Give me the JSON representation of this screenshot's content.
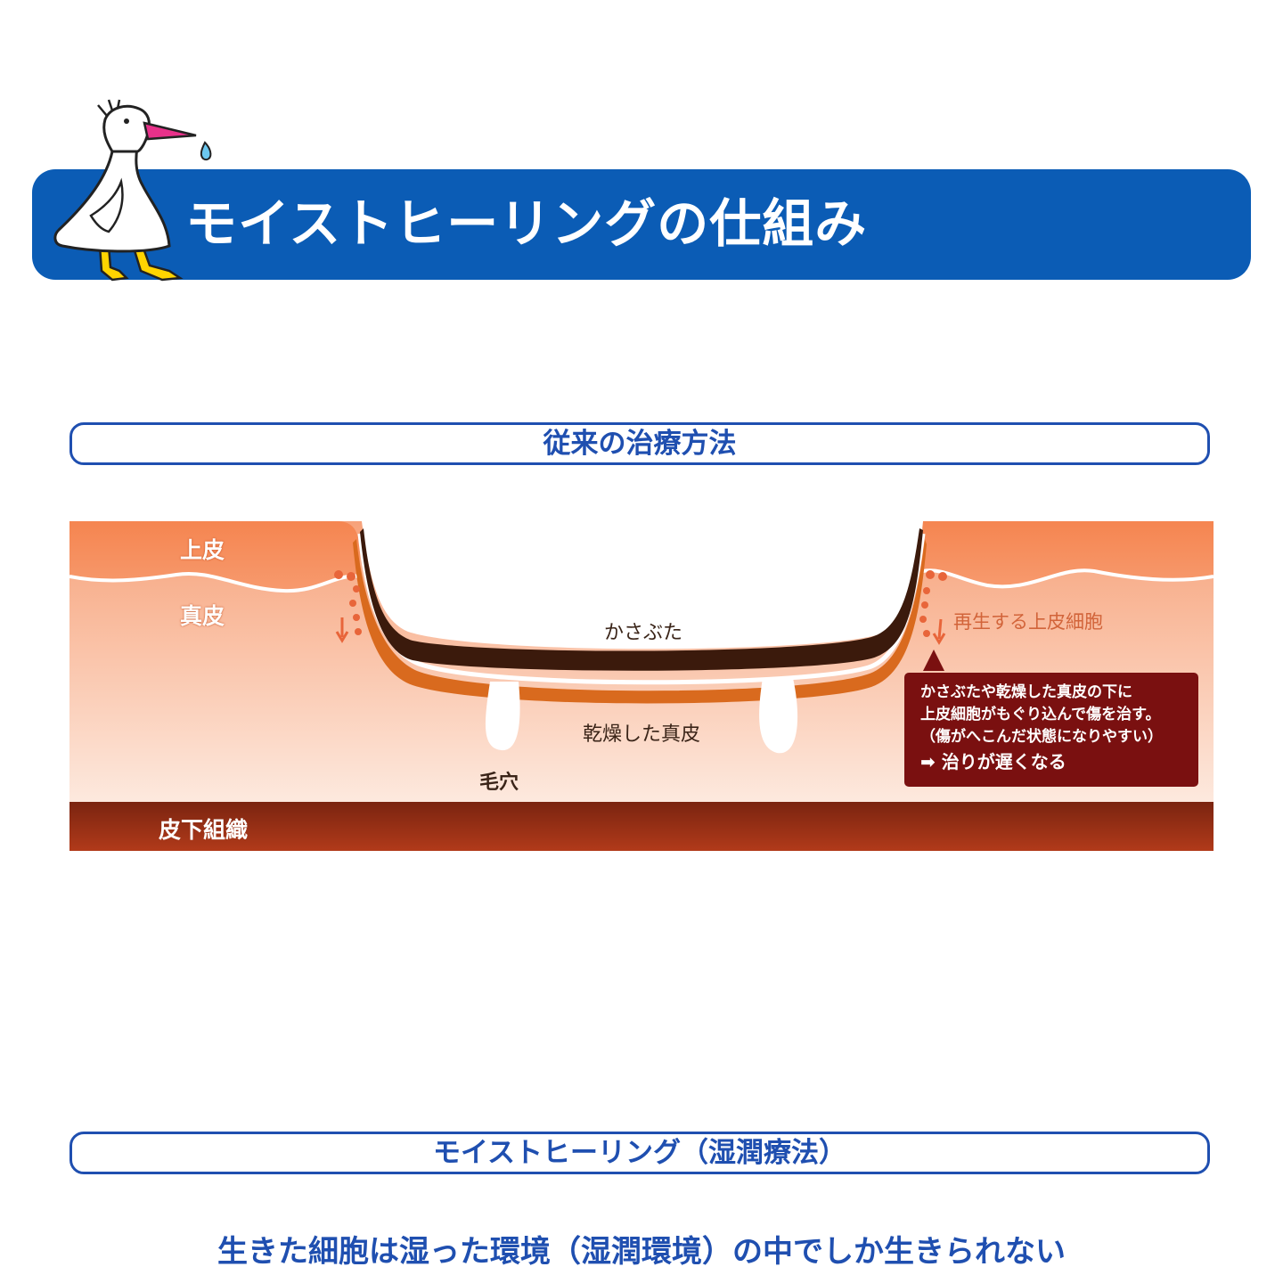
{
  "header": {
    "title": "モイストヒーリングの仕組み"
  },
  "sections": [
    {
      "title": "従来の治療方法"
    },
    {
      "title": "モイストヒーリング（湿潤療法）"
    }
  ],
  "diagram": {
    "epidermis_label": "上皮",
    "dermis_label": "真皮",
    "scab_label": "かさぶた",
    "dried_dermis_label": "乾燥した真皮",
    "pore_label": "毛穴",
    "subcutaneous_label": "皮下組織",
    "regenerating_label": "再生する上皮細胞",
    "note": {
      "line1": "かさぶたや乾燥した真皮の下に",
      "line2": "上皮細胞がもぐり込んで傷を治す。",
      "line3": "（傷がへこんだ状態になりやすい）",
      "line4": "➡ 治りが遅くなる"
    }
  },
  "footer": {
    "heading": "生きた細胞は湿った環境（湿潤環境）の中でしか生きられない"
  },
  "colors": {
    "brand_blue": "#0b5cb5",
    "section_blue": "#1f4fb0",
    "epidermis": "#f58a55",
    "subcutaneous": "#8a2a12",
    "note_bg": "#7a1010"
  },
  "icons": {
    "mascot": "pelican-icon"
  }
}
